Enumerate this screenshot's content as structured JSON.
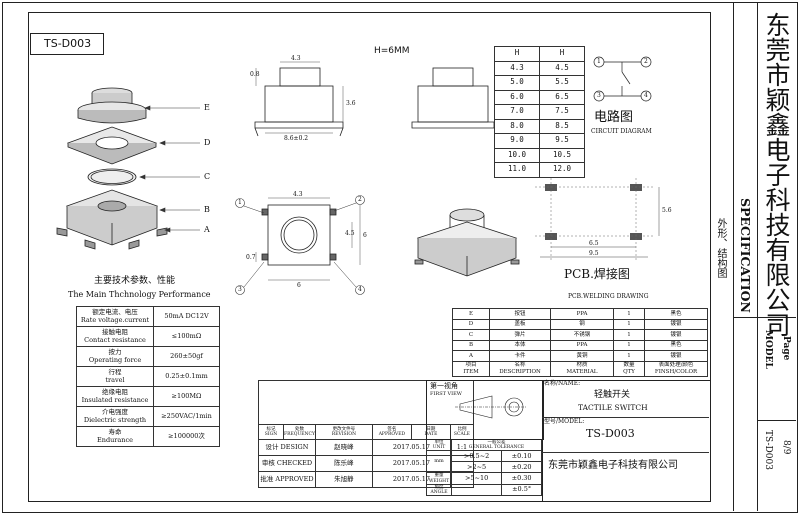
{
  "model_box": "TS-D003",
  "height_note": "H=6MM",
  "height_table": {
    "headers": [
      "H",
      "H"
    ],
    "rows": [
      [
        "4.3",
        "4.5"
      ],
      [
        "5.0",
        "5.5"
      ],
      [
        "6.0",
        "6.5"
      ],
      [
        "7.0",
        "7.5"
      ],
      [
        "8.0",
        "8.5"
      ],
      [
        "9.0",
        "9.5"
      ],
      [
        "10.0",
        "10.5"
      ],
      [
        "11.0",
        "12.0"
      ]
    ]
  },
  "circuit": {
    "title": "电路图",
    "subtitle": "CIRCUIT DIAGRAM",
    "pins": [
      "1",
      "2",
      "3",
      "4"
    ]
  },
  "pcb": {
    "title": "PCB.焊接图",
    "subtitle": "PCB.WELDING DRAWING",
    "dim_a": "6.5",
    "dim_b": "9.5",
    "dim_c": "5.6"
  },
  "exploded": {
    "labels": [
      "E",
      "D",
      "C",
      "B",
      "A"
    ]
  },
  "drawing_dims": {
    "top_width": "4.3",
    "cap_height": "0.8",
    "body_height": "3.6",
    "base_width": "8.6±0.2",
    "plan_top": "4.3",
    "plan_width": "6",
    "plan_side": "4.5",
    "plan_height": "6",
    "pin_width": "0.7",
    "pins": [
      "1",
      "2",
      "3",
      "4"
    ]
  },
  "main_params": {
    "title_cn": "主要技术参数、性能",
    "title_en": "The Main Thchnology Performance",
    "rows": [
      {
        "name_cn": "额定电流、电压",
        "name_en": "Rate voltage.current",
        "value": "50mA DC12V"
      },
      {
        "name_cn": "接触电阻",
        "name_en": "Contact resistance",
        "value": "≤100mΩ"
      },
      {
        "name_cn": "按力",
        "name_en": "Operating force",
        "value": "260±50gf"
      },
      {
        "name_cn": "行程",
        "name_en": "travel",
        "value": "0.25±0.1mm"
      },
      {
        "name_cn": "绝缘电阻",
        "name_en": "Insulated resistance",
        "value": "≥100MΩ"
      },
      {
        "name_cn": "介电强度",
        "name_en": "Dielectric strength",
        "value": "≥250VAC/1min"
      },
      {
        "name_cn": "寿命",
        "name_en": "Endurance",
        "value": "≥100000次"
      }
    ]
  },
  "bom": {
    "rows": [
      [
        "E",
        "按钮",
        "PPA",
        "1",
        "黑色"
      ],
      [
        "D",
        "盖板",
        "钢",
        "1",
        "镀银"
      ],
      [
        "C",
        "弹片",
        "不锈钢",
        "1",
        "镀银"
      ],
      [
        "B",
        "本体",
        "PPA",
        "1",
        "黑色"
      ],
      [
        "A",
        "卡件",
        "黄铜",
        "1",
        "镀银"
      ]
    ],
    "header": [
      "项目\nITEM",
      "名称\nDESCRIPTION",
      "材质\nMATERIAL",
      "数量\nQTY",
      "表面处理/颜色\nFINSH/COLOR"
    ]
  },
  "title_block": {
    "rev_headers": [
      "标记\nSIGN",
      "处数\nFREQUENCY",
      "更改文件号\nREVISION",
      "签名\nAPPROVED",
      "日期\nDATE",
      "比例\nSCALE"
    ],
    "scale": "1:1",
    "signoffs": [
      {
        "role": "设计 DESIGN",
        "name": "赵晓峰",
        "date": "2017.05.17"
      },
      {
        "role": "审核 CHECKED",
        "name": "陈乐峰",
        "date": "2017.05.17"
      },
      {
        "role": "批准 APPROVED",
        "name": "朱旭静",
        "date": "2017.05.17"
      }
    ],
    "unit_label": "单位\nUNIT",
    "unit": "mm",
    "weight_label": "重量\nWEIGHT",
    "angle_label": "角度\nANGLE",
    "tolerance_label": "一般公差\nGENERAL TOLERANCE",
    "tolerances": [
      [
        ">0.5~2",
        "±0.10"
      ],
      [
        ">2~5",
        "±0.20"
      ],
      [
        ">5~10",
        "±0.30"
      ],
      [
        "",
        "±0.5°"
      ]
    ],
    "projection_cn": "第一视角",
    "projection_en": "FIRST VIEW",
    "name_label": "名称/NAME:",
    "name_cn": "轻触开关",
    "name_en": "TACTILE SWITCH",
    "model_label": "型号/MODEL:",
    "model": "TS-D003",
    "company": "东莞市颖鑫电子科技有限公司"
  },
  "side_panel": {
    "company": "东莞市颖鑫电子科技有限公司",
    "spec": "SPECIFICATION",
    "drawing_type": "外形、结构图",
    "page_label": "Page",
    "page": "8/9",
    "model_label": "MODEL",
    "model": "TS-D003"
  }
}
